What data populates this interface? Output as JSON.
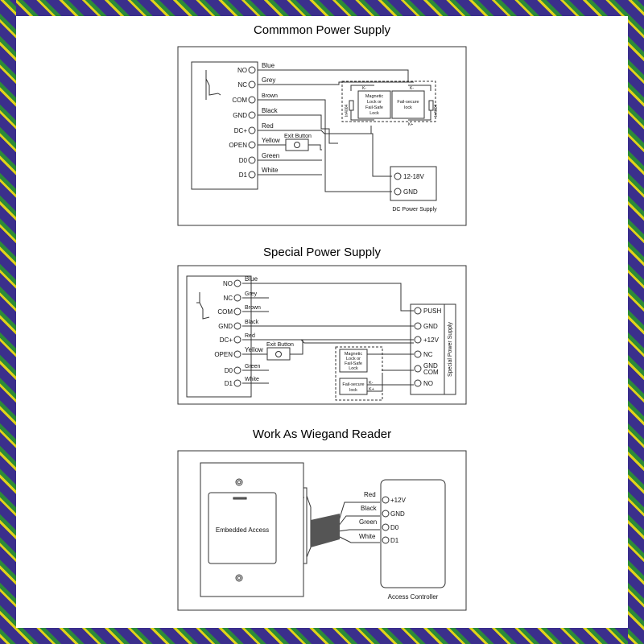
{
  "sections": {
    "common": {
      "title": "Commmon Power Supply",
      "terminals": [
        "NO",
        "NC",
        "COM",
        "GND",
        "DC+",
        "OPEN",
        "D0",
        "D1"
      ],
      "wires": [
        "Blue",
        "Grey",
        "Brown",
        "Black",
        "Red",
        "Yellow",
        "Green",
        "White"
      ],
      "exit_button": "Exit Button",
      "diode_left": "In4004",
      "diode_right": "In4004",
      "lock1": [
        "Magnetic",
        "Lock or",
        "Fail-Safe",
        "Lock"
      ],
      "lock2": [
        "Fail-secure",
        "lock"
      ],
      "k_minus": "K-",
      "k_plus": "K+",
      "k_minus_top": "K-",
      "psu_terminals": [
        "12-18V",
        "GND"
      ],
      "psu_label": "DC Power Supply"
    },
    "special": {
      "title": "Special Power Supply",
      "terminals": [
        "NO",
        "NC",
        "COM",
        "GND",
        "DC+",
        "OPEN",
        "D0",
        "D1"
      ],
      "wires": [
        "Blue",
        "Grey",
        "Brown",
        "Black",
        "Red",
        "Yellow",
        "Green",
        "White"
      ],
      "exit_button": "Exit Button",
      "lock1": [
        "Magnetic",
        "Lock or",
        "Fail-Safe",
        "Lock"
      ],
      "lock2": [
        "Fail-secure",
        "lock"
      ],
      "k_minus": "K-",
      "k_plus": "K+",
      "psu_terminals": [
        "PUSH",
        "GND",
        "+12V",
        "NC",
        "GND",
        "COM",
        "NO"
      ],
      "psu_label": "Special Power Supply"
    },
    "wiegand": {
      "title": "Work As Wiegand Reader",
      "device_label": "Embedded Access",
      "wires": [
        "Red",
        "Black",
        "Green",
        "White"
      ],
      "terminals": [
        "+12V",
        "GND",
        "D0",
        "D1"
      ],
      "controller_label": "Access Controller"
    }
  },
  "colors": {
    "border_blue": "#3b2f8c",
    "border_yellow": "#e0d21a",
    "border_green": "#2c8a3a",
    "line": "#333333"
  }
}
